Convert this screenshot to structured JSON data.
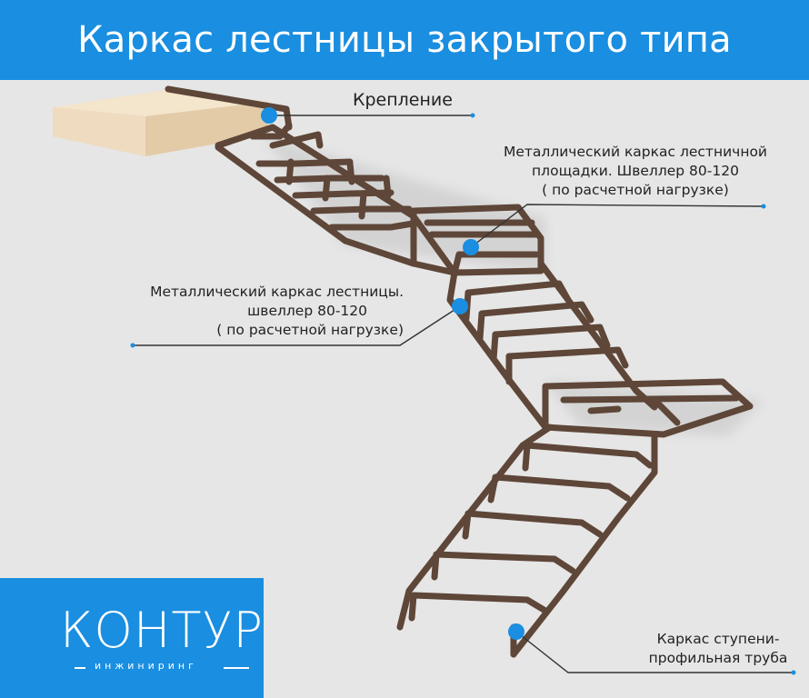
{
  "header": {
    "title": "Каркас лестницы закрытого типа"
  },
  "callouts": {
    "mount": {
      "text": "Крепление"
    },
    "landing": {
      "line1": "Металлический каркас лестничной",
      "line2": "площадки. Швеллер 80-120",
      "line3": "( по расчетной нагрузке)"
    },
    "frame": {
      "line1": "Металлический каркас лестницы.",
      "line2": "швеллер 80-120",
      "line3": "( по расчетной нагрузке)"
    },
    "step": {
      "line1": "Каркас ступени-",
      "line2": "профильная труба"
    }
  },
  "logo": {
    "word": "КОНТУР",
    "sub": "инжиниринг"
  },
  "colors": {
    "header_bg": "#1a8ee0",
    "marker": "#1a8ee0",
    "steel": "#5e4638",
    "slab_top": "#f3e2c8",
    "slab_side": "#e7cfae",
    "background": "#e6e6e6"
  }
}
